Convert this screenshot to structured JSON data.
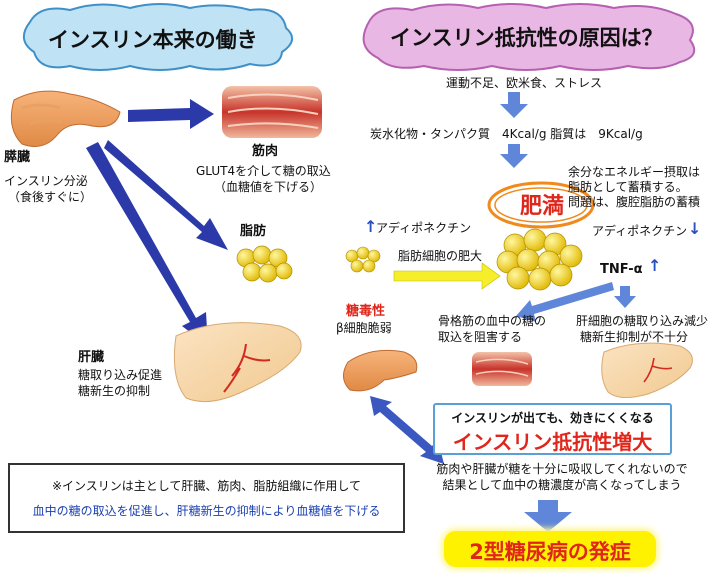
{
  "left_title": "インスリン本来の働き",
  "right_title": "インスリン抵抗性の原因は？",
  "pancreas": {
    "label": "膵臓",
    "sub1": "インスリン分泌",
    "sub2": "（食後すぐに）"
  },
  "muscle": {
    "label": "筋肉",
    "desc1": "GLUT4を介して糖の取込",
    "desc2": "（血糖値を下げる）"
  },
  "fat": {
    "label": "脂肪"
  },
  "liver": {
    "label": "肝臓",
    "desc1": "糖取り込み促進",
    "desc2": "糖新生の抑制"
  },
  "note": {
    "line1": "※インスリンは主として肝臓、筋肉、脂肪組織に作用して",
    "line2": "血中の糖の取込を促進し、肝糖新生の抑制により血糖値を下げる"
  },
  "causes": "運動不足、欧米食、ストレス",
  "calories": "炭水化物・タンパク質　4Kcal/g 脂質は　9Kcal/g",
  "excess": {
    "line1": "余分なエネルギー摂取は",
    "line2": "脂肪として蓄積する。",
    "line3": "問題は、腹腔脂肪の蓄積"
  },
  "obesity": "肥満",
  "adiponectin_left": "アディポネクチン",
  "adipocyte": "脂肪細胞の肥大",
  "adiponectin_right": "アディポネクチン",
  "tnf": "TNF-α",
  "glucotox": {
    "line1": "糖毒性",
    "line2": "β細胞脆弱"
  },
  "muscle_effect": {
    "line1": "骨格筋の血中の糖の",
    "line2": "取込を阻害する"
  },
  "liver_effect": {
    "line1": "肝細胞の糖取り込み減少",
    "line2": "糖新生抑制が不十分"
  },
  "ir": {
    "line1": "インスリンが出ても、効きにくくなる",
    "line2": "インスリン抵抗性増大"
  },
  "result": {
    "line1": "筋肉や肝臓が糖を十分に吸収してくれないので",
    "line2": "結果として血中の糖濃度が高くなってしまう"
  },
  "diabetes": "2型糖尿病の発症"
}
